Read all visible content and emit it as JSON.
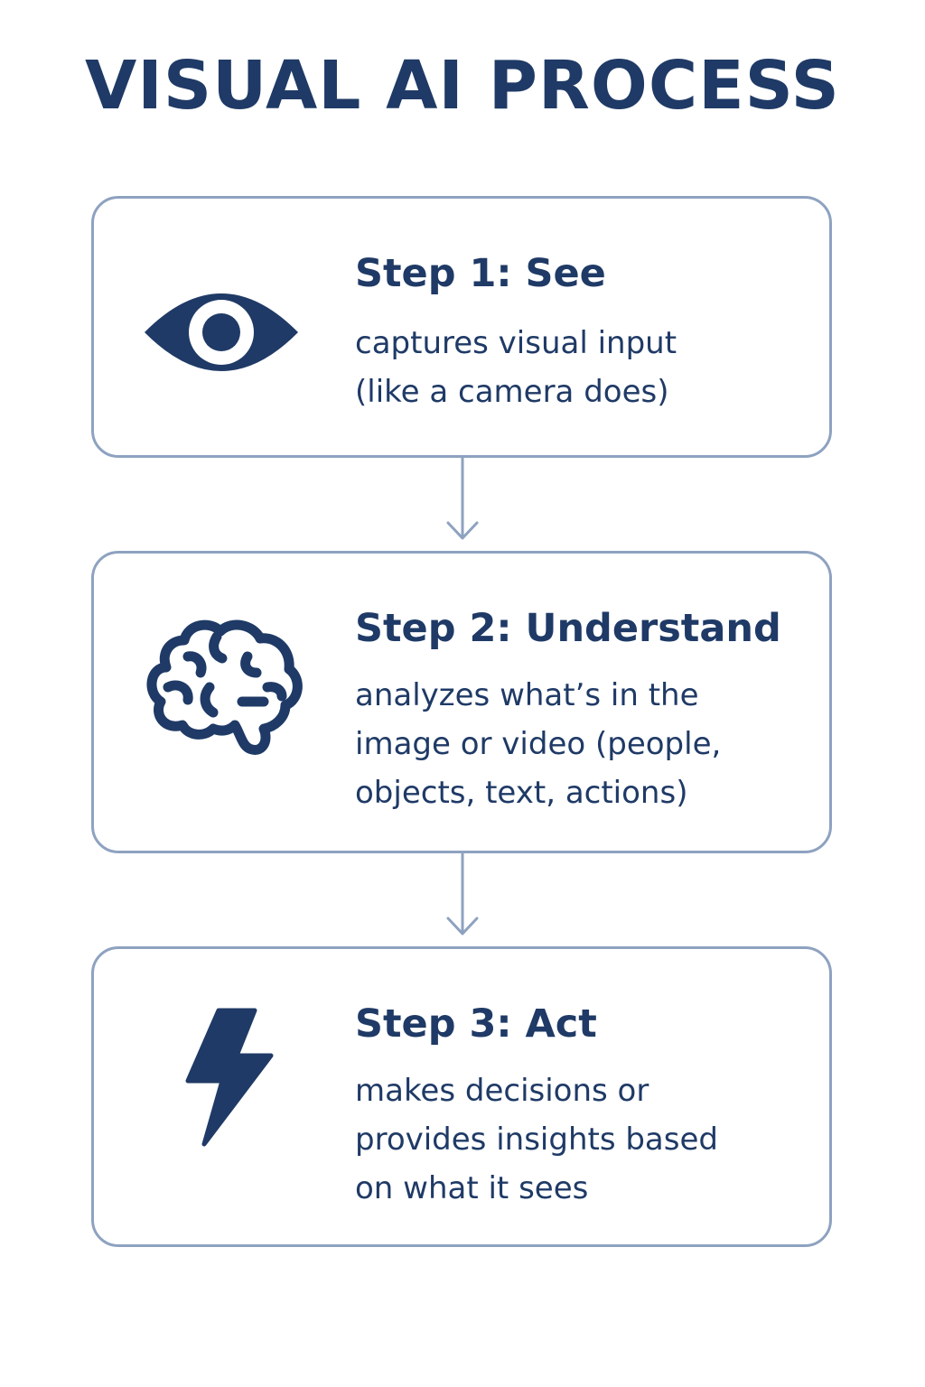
{
  "title": "VISUAL AI PROCESS",
  "colors": {
    "primary": "#1f3a66",
    "border": "#8ea2c0",
    "background": "#ffffff"
  },
  "steps": [
    {
      "heading": "Step 1: See",
      "description": "captures visual input\n(like a camera does)",
      "icon": "eye-icon"
    },
    {
      "heading": "Step 2: Understand",
      "description": "analyzes what’s in the\nimage or video (people,\nobjects, text, actions)",
      "icon": "brain-icon"
    },
    {
      "heading": "Step 3: Act",
      "description": "makes decisions or\nprovides insights based\non what it sees",
      "icon": "lightning-bolt-icon"
    }
  ]
}
